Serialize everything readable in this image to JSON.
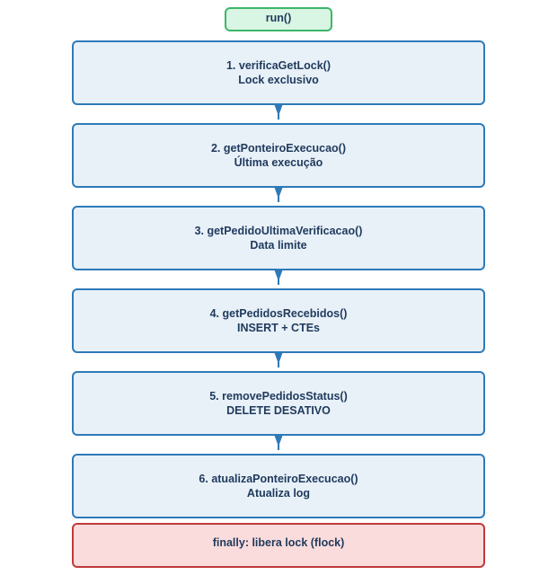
{
  "start": {
    "label": "run()"
  },
  "steps": [
    {
      "title": "1. verificaGetLock()",
      "subtitle": "Lock exclusivo"
    },
    {
      "title": "2. getPonteiroExecucao()",
      "subtitle": "Última execução"
    },
    {
      "title": "3. getPedidoUltimaVerificacao()",
      "subtitle": "Data limite"
    },
    {
      "title": "4. getPedidosRecebidos()",
      "subtitle": "INSERT + CTEs"
    },
    {
      "title": "5. removePedidosStatus()",
      "subtitle": "DELETE DESATIVO"
    },
    {
      "title": "6. atualizaPonteiroExecucao()",
      "subtitle": "Atualiza log"
    }
  ],
  "final": {
    "label": "finally: libera lock (flock)"
  },
  "colors": {
    "start_fill": "#d9f5e3",
    "start_border": "#3cb66a",
    "step_fill": "#e8f0f8",
    "step_border": "#2e7ab8",
    "final_fill": "#fadcdc",
    "final_border": "#c0393b",
    "arrow": "#2e7ab8",
    "text": "#1f3a5c"
  }
}
